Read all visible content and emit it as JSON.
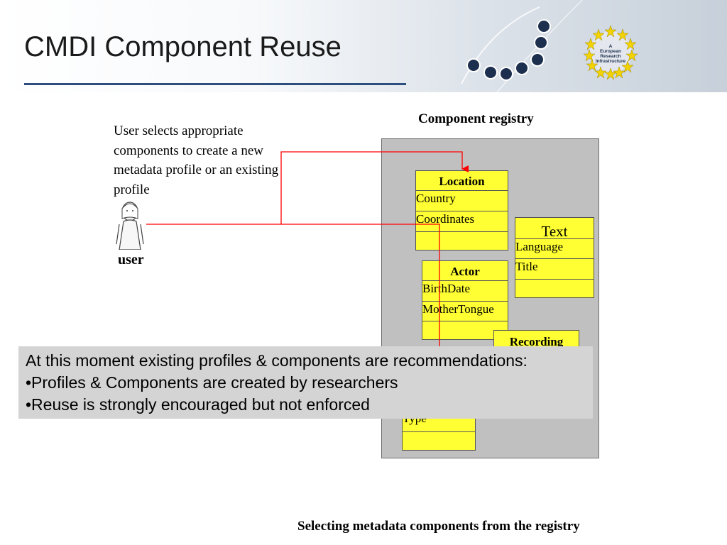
{
  "slide": {
    "title": "CMDI Component Reuse"
  },
  "logo": {
    "line1": "A",
    "line2": "European",
    "line3": "Research",
    "line4": "Infrastructure"
  },
  "diagram": {
    "user_description": "User selects appropriate components to create a new metadata profile  or an existing profile",
    "user_label": "user",
    "registry_title": "Component registry",
    "components": {
      "location": {
        "title": "Location",
        "fields": [
          "Country",
          "Coordinates"
        ]
      },
      "text": {
        "title": "Text",
        "fields": [
          "Language",
          "Title"
        ]
      },
      "actor": {
        "title": "Actor",
        "fields": [
          "BirthDate",
          "MotherTongue"
        ]
      },
      "recording": {
        "title": "Recording"
      },
      "partial": {
        "fields": [
          "Type"
        ]
      }
    },
    "caption": "Selecting metadata components from the registry"
  },
  "note": {
    "line1": "At this moment existing profiles & components are recommendations:",
    "line2": "•Profiles & Components are created  by researchers",
    "line3": "•Reuse is strongly encouraged but not enforced"
  },
  "colors": {
    "component_fill": "#ffff33",
    "registry_fill": "#c0c0c0",
    "connector": "#ff0000",
    "title_rule": "#2e4f7e",
    "note_fill": "#d4d4d4"
  }
}
